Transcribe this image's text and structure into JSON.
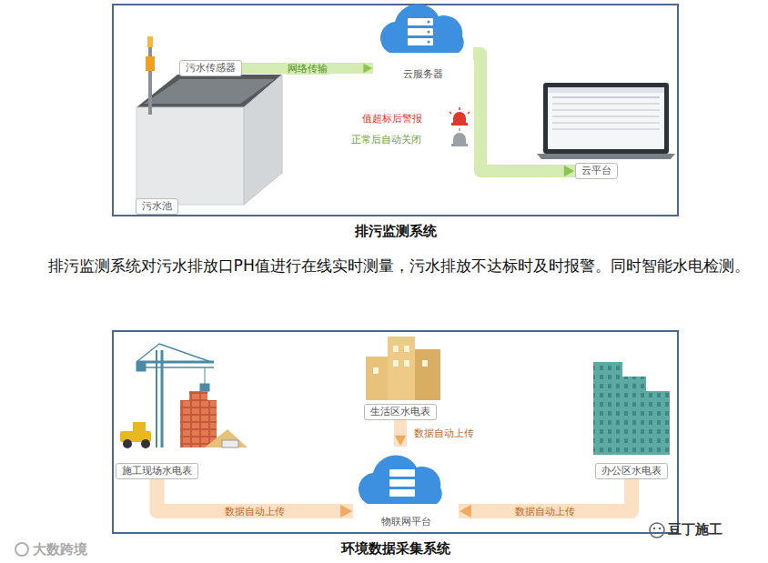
{
  "diagram": {
    "nodes": [
      {
        "text": [
          "污水传感器"
        ]
      },
      {
        "text": [
          "云服务器"
        ]
      },
      {
        "text": [
          "云平台"
        ]
      },
      {
        "text": [
          "污水池"
        ]
      },
      {
        "text": [
          "生活区水电表"
        ]
      },
      {
        "text": [
          "施工现场水电表"
        ]
      },
      {
        "text": [
          "物联网平台"
        ]
      },
      {
        "text": [
          "办公区水电表"
        ]
      }
    ],
    "edges": [
      {
        "from": 0,
        "to": 1,
        "label": "网络传输",
        "arrow": "to"
      },
      {
        "from": 1,
        "to": 2,
        "arrow": "to"
      },
      {
        "from": 4,
        "to": 6,
        "label": "数据自动上传",
        "arrow": "to"
      },
      {
        "from": 5,
        "to": 6,
        "label": "数据自动上传",
        "arrow": "to"
      },
      {
        "from": 7,
        "to": 6,
        "label": "数据自动上传",
        "arrow": "to"
      }
    ],
    "labels": [
      "值超标后警报",
      "正常后自动关闭",
      "排污监测系统",
      "排污监测系统对污水排放口PH值进行在线实时测量，污水排放不达标时及时报警。同时智能水电检测。",
      "环境数据采集系统",
      "大数跨境",
      "豆丁施工"
    ]
  }
}
